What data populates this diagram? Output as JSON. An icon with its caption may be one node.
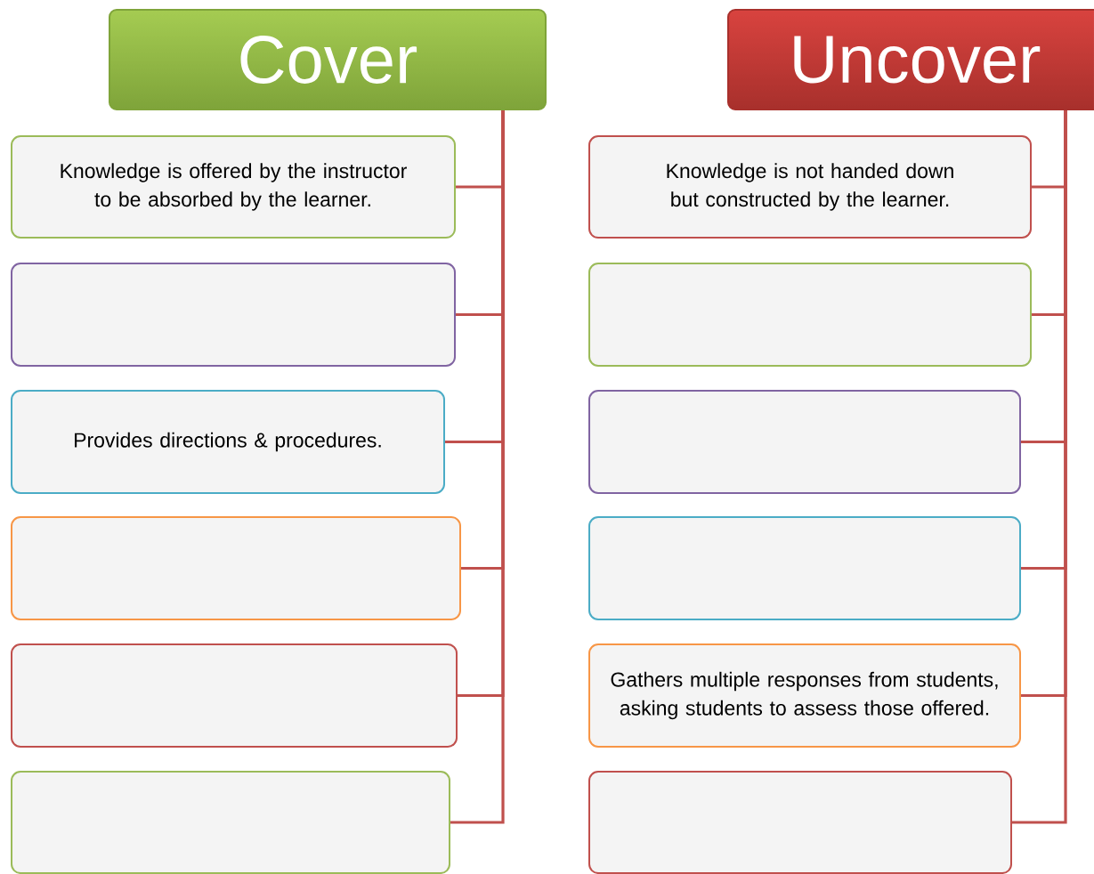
{
  "diagram": {
    "nodes": [
      {
        "text": [
          "Cover"
        ]
      },
      {
        "text": [
          "Knowledge is offered by the instructor to be absorbed by the learner."
        ]
      },
      {
        "text": [],
        "shape": "box"
      },
      {
        "text": [
          "Provides directions & procedures."
        ]
      },
      {
        "text": [],
        "shape": "box"
      },
      {
        "text": [],
        "shape": "box"
      },
      {
        "text": [],
        "shape": "box"
      },
      {
        "text": [
          "Uncover"
        ]
      },
      {
        "text": [
          "Knowledge is not handed down but constructed by the learner."
        ]
      },
      {
        "text": [],
        "shape": "box"
      },
      {
        "text": [],
        "shape": "box"
      },
      {
        "text": [],
        "shape": "box"
      },
      {
        "text": [
          "Gathers multiple responses from students, asking students to assess those offered."
        ]
      },
      {
        "text": [],
        "shape": "box"
      }
    ],
    "edges": [
      {
        "from": 0,
        "to": 1,
        "arrow": "none"
      },
      {
        "from": 0,
        "to": 2,
        "arrow": "none"
      },
      {
        "from": 0,
        "to": 3,
        "arrow": "none"
      },
      {
        "from": 0,
        "to": 4,
        "arrow": "none"
      },
      {
        "from": 0,
        "to": 5,
        "arrow": "none"
      },
      {
        "from": 0,
        "to": 6,
        "arrow": "none"
      },
      {
        "from": 7,
        "to": 8,
        "arrow": "none"
      },
      {
        "from": 7,
        "to": 9,
        "arrow": "none"
      },
      {
        "from": 7,
        "to": 10,
        "arrow": "none"
      },
      {
        "from": 7,
        "to": 11,
        "arrow": "none"
      },
      {
        "from": 7,
        "to": 12,
        "arrow": "none"
      },
      {
        "from": 7,
        "to": 13,
        "arrow": "none"
      }
    ]
  }
}
